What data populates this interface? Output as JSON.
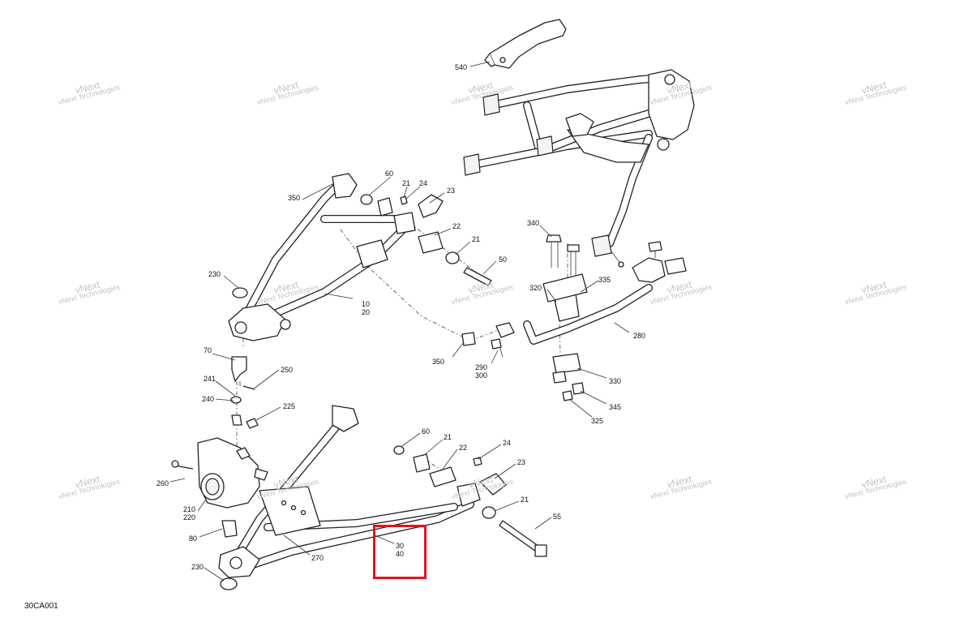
{
  "diagram_code": "30CA001",
  "watermark": {
    "line1": "vNext",
    "line2": "Technologies",
    "small": "vNext Technologies"
  },
  "highlight": {
    "color": "#e0141e",
    "labels": [
      "30",
      "40"
    ]
  },
  "callouts": {
    "c540": "540",
    "c350a": "350",
    "c60a": "60",
    "c21a": "21",
    "c24a": "24",
    "c23a": "23",
    "c22a": "22",
    "c21b": "21",
    "c50": "50",
    "c230a": "230",
    "c10": "10",
    "c20": "20",
    "c340": "340",
    "c320": "320",
    "c335": "335",
    "c280": "280",
    "c350b": "350",
    "c290": "290",
    "c300": "300",
    "c330": "330",
    "c345": "345",
    "c325": "325",
    "c70": "70",
    "c241": "241",
    "c250": "250",
    "c240": "240",
    "c225": "225",
    "c260": "260",
    "c210": "210",
    "c220": "220",
    "c80": "80",
    "c230b": "230",
    "c60b": "60",
    "c21c": "21",
    "c22b": "22",
    "c24b": "24",
    "c23b": "23",
    "c21d": "21",
    "c55": "55",
    "c270": "270",
    "c30": "30",
    "c40": "40"
  }
}
